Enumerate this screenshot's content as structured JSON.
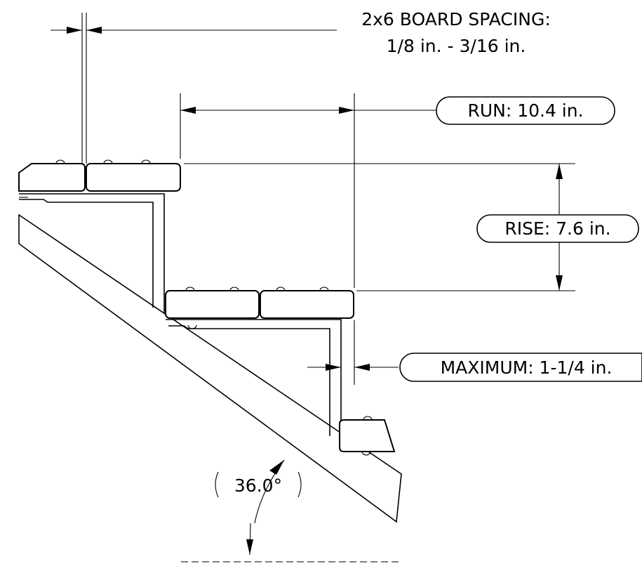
{
  "annotations": {
    "spacing_line1": "2x6 BOARD SPACING:",
    "spacing_line2": "1/8 in. - 3/16 in.",
    "run": "RUN: 10.4 in.",
    "rise": "RISE: 7.6 in.",
    "maximum": "MAXIMUM: 1-1/4 in.",
    "angle": "36.0°"
  },
  "values": {
    "run_in": 10.4,
    "rise_in": 7.6,
    "max_gap_in": 1.25,
    "angle_deg": 36.0,
    "board_spacing_min_in": 0.125,
    "board_spacing_max_in": 0.1875
  },
  "colors": {
    "line": "#000000",
    "background": "#ffffff"
  }
}
